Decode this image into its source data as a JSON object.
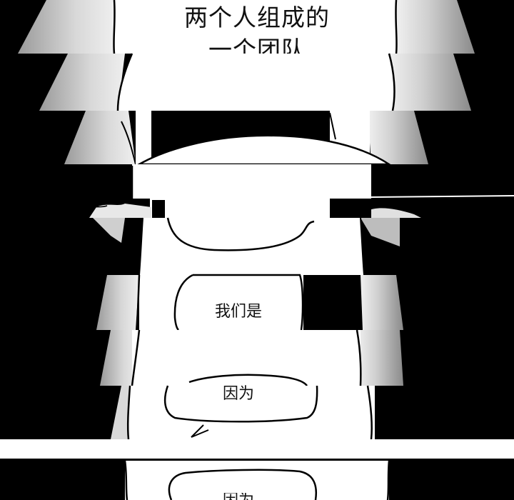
{
  "caption": {
    "line1": "两个人组成的",
    "line2": "一个团队"
  },
  "bubbles": [
    {
      "text": "我们是"
    },
    {
      "text": "因为"
    },
    {
      "text": "因为"
    }
  ]
}
